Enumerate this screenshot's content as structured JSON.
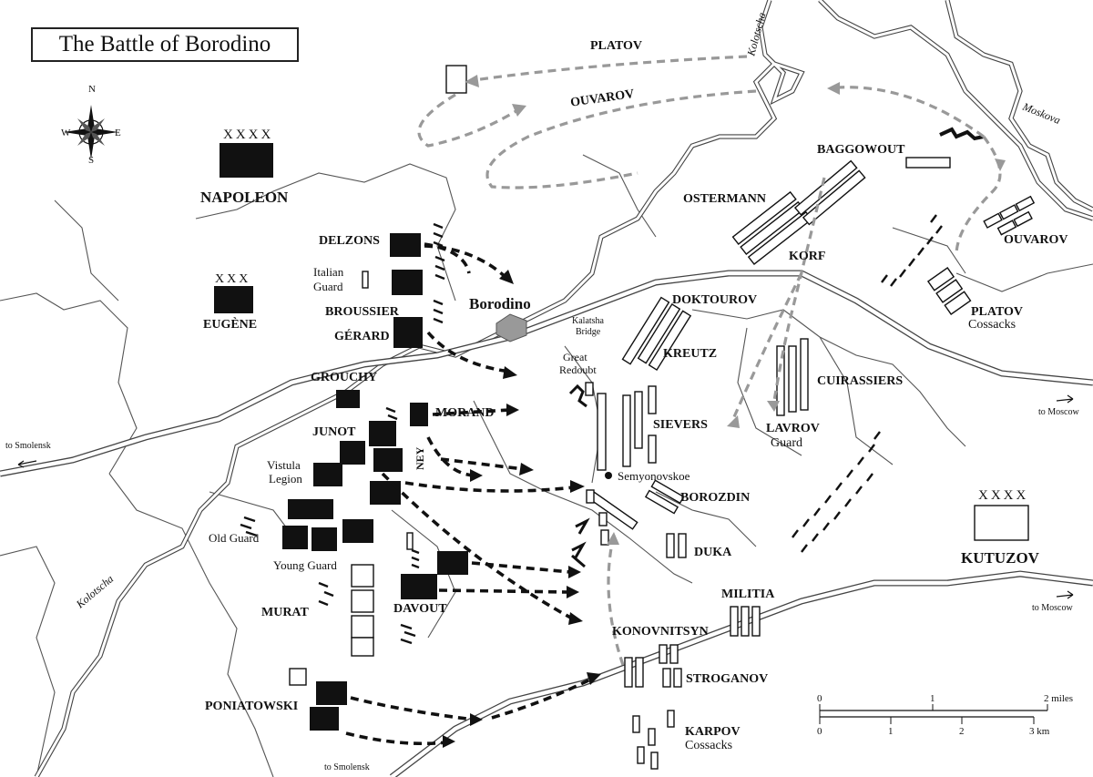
{
  "title": "The Battle of Borodino",
  "compass": {
    "n": "N",
    "e": "E",
    "s": "S",
    "w": "W"
  },
  "commanders": {
    "napoleon": {
      "symbol": "XXXX",
      "label": "NAPOLEON"
    },
    "eugene": {
      "symbol": "XXX",
      "label": "EUGÈNE"
    },
    "kutuzov": {
      "symbol": "XXXX",
      "label": "KUTUZOV"
    }
  },
  "french_units": {
    "delzons": "DELZONS",
    "italian_guard_1": "Italian",
    "italian_guard_2": "Guard",
    "broussier": "BROUSSIER",
    "gerard": "GÉRARD",
    "grouchy": "GROUCHY",
    "junot": "JUNOT",
    "morand": "MORAND",
    "ney": "NEY",
    "vistula_legion_1": "Vistula",
    "vistula_legion_2": "Legion",
    "old_guard": "Old Guard",
    "young_guard": "Young Guard",
    "murat": "MURAT",
    "davout": "DAVOUT",
    "poniatowski": "PONIATOWSKI"
  },
  "russian_units": {
    "platov_top": "PLATOV",
    "ouvarov_top": "OUVAROV",
    "baggowout": "BAGGOWOUT",
    "ostermann": "OSTERMANN",
    "korf": "KORF",
    "ouvarov": "OUVAROV",
    "platov_cossacks_1": "PLATOV",
    "platov_cossacks_2": "Cossacks",
    "doktourov": "DOKTOUROV",
    "kreutz": "KREUTZ",
    "cuirassiers": "CUIRASSIERS",
    "sievers": "SIEVERS",
    "lavrov_guard_1": "LAVROV",
    "lavrov_guard_2": "Guard",
    "borozdin": "BOROZDIN",
    "duka": "DUKA",
    "militia": "MILITIA",
    "konovnitsyn": "KONOVNITSYN",
    "stroganov": "STROGANOV",
    "karpov_cossacks_1": "KARPOV",
    "karpov_cossacks_2": "Cossacks"
  },
  "places": {
    "borodino": "Borodino",
    "semyonovskoe": "Semyonovskoe",
    "great_redoubt_1": "Great",
    "great_redoubt_2": "Redoubt",
    "kalatsha_bridge_1": "Kalatsha",
    "kalatsha_bridge_2": "Bridge",
    "to_smolensk_west": "to Smolensk",
    "to_smolensk_south": "to Smolensk",
    "to_moscow_upper": "to Moscow",
    "to_moscow_lower": "to Moscow"
  },
  "rivers": {
    "kolotscha_north": "Kolotscha",
    "kolotscha_south": "Kolotscha",
    "moskova": "Moskova"
  },
  "scale": {
    "miles_ticks": [
      "0",
      "1",
      "2 miles"
    ],
    "km_ticks": [
      "0",
      "1",
      "2",
      "3 km"
    ]
  },
  "colors": {
    "ink": "#111111",
    "russian_movement": "#999999",
    "background": "#ffffff"
  }
}
